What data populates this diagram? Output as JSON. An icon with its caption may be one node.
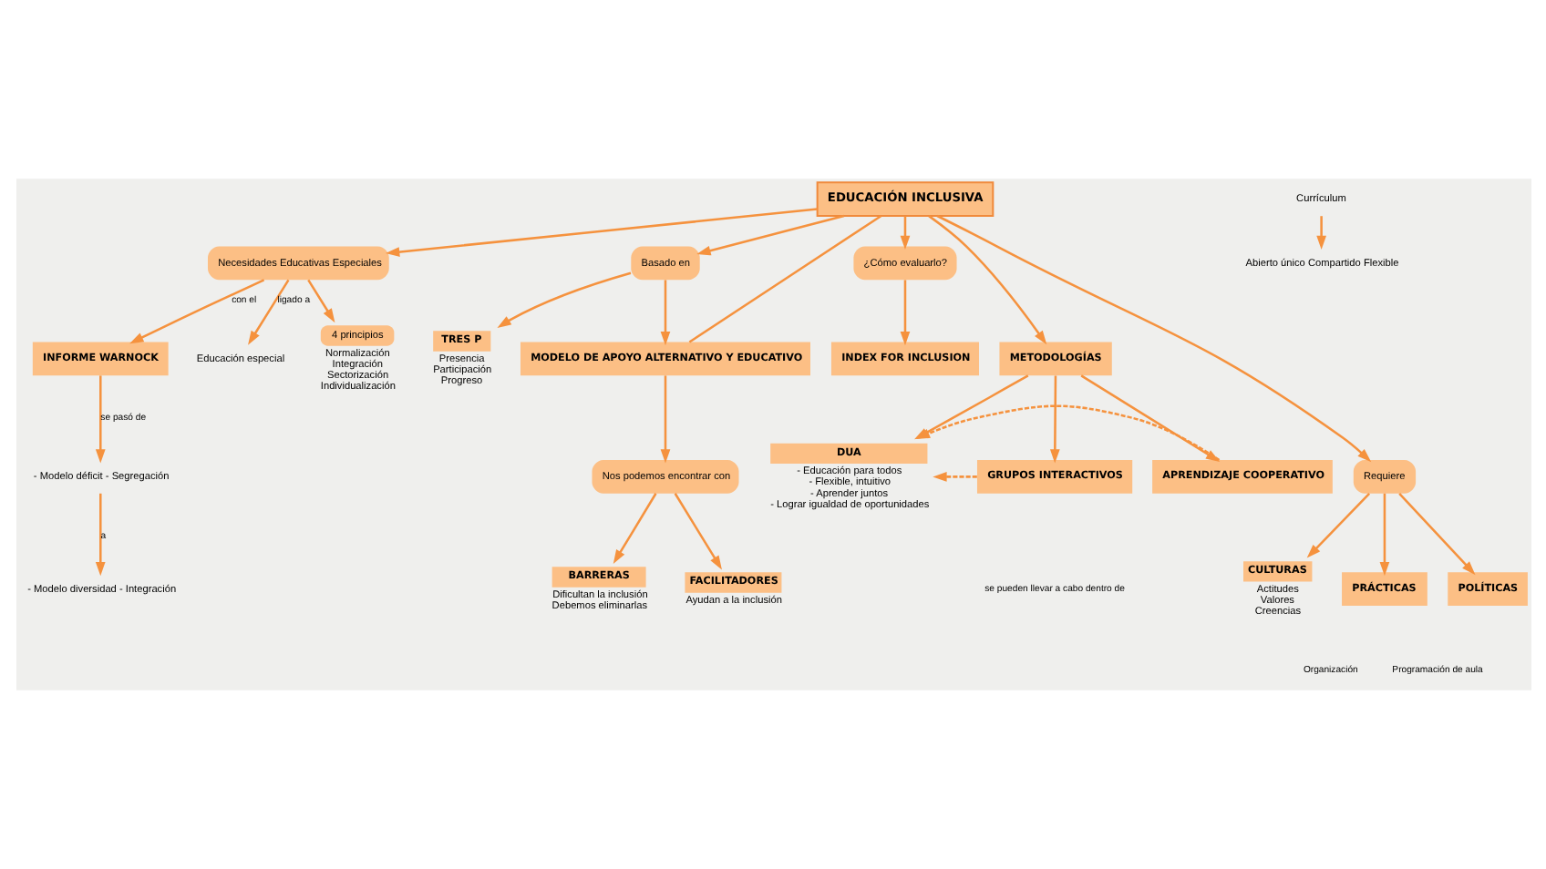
{
  "diagram": {
    "nodes": [
      {
        "text": [
          "EDUCACIÓN INCLUSIVA"
        ]
      },
      {
        "text": [
          "Necesidades Educativas Especiales"
        ]
      },
      {
        "text": [
          "INFORME WARNOCK"
        ]
      },
      {
        "text": [
          "Educación especial"
        ]
      },
      {
        "text": [
          "4 principios"
        ],
        "beside": [
          "Normalización",
          "Integración",
          "Sectorización",
          "Individualización"
        ]
      },
      {
        "text": [
          "- Modelo déficit - Segregación"
        ]
      },
      {
        "text": [
          "- Modelo diversidad - Integración"
        ]
      },
      {
        "text": [
          "Basado en"
        ]
      },
      {
        "text": [
          "TRES P"
        ],
        "beside": [
          "Presencia",
          "Participación",
          "Progreso"
        ]
      },
      {
        "text": [
          "MODELO DE APOYO ALTERNATIVO Y EDUCATIVO"
        ]
      },
      {
        "text": [
          "Nos podemos encontrar con"
        ]
      },
      {
        "text": [
          "BARRERAS"
        ],
        "beside": [
          "Dificultan la inclusión",
          "Debemos eliminarlas"
        ]
      },
      {
        "text": [
          "FACILITADORES"
        ],
        "beside": [
          "Ayudan a la inclusión"
        ]
      },
      {
        "text": [
          "¿Cómo evaluarlo?"
        ]
      },
      {
        "text": [
          "INDEX FOR INCLUSION"
        ]
      },
      {
        "text": [
          "METODOLOGÍAS"
        ]
      },
      {
        "text": [
          "DUA"
        ],
        "beside": [
          "- Educación para todos",
          "- Flexible, intuitivo",
          "- Aprender juntos",
          "- Lograr igualdad de oportunidades"
        ]
      },
      {
        "text": [
          "GRUPOS INTERACTIVOS"
        ]
      },
      {
        "text": [
          "APRENDIZAJE COOPERATIVO"
        ]
      },
      {
        "text": [
          "Requiere"
        ]
      },
      {
        "text": [
          "CULTURAS"
        ],
        "beside": [
          "Actitudes",
          "Valores",
          "Creencias"
        ]
      },
      {
        "text": [
          "PRÁCTICAS"
        ]
      },
      {
        "text": [
          "POLÍTICAS"
        ]
      },
      {
        "text": [
          "Currículum"
        ]
      },
      {
        "text": [
          "Abierto único Compartido Flexible"
        ]
      }
    ],
    "edges": [
      {
        "from": 0,
        "to": 1,
        "arrow": "to"
      },
      {
        "from": 1,
        "to": 2,
        "arrow": "to",
        "label": "con el"
      },
      {
        "from": 1,
        "to": 3,
        "arrow": "to",
        "label": "ligado a"
      },
      {
        "from": 1,
        "to": 4,
        "arrow": "to"
      },
      {
        "from": 2,
        "to": 5,
        "arrow": "to",
        "label": "se pasó de"
      },
      {
        "from": 5,
        "to": 6,
        "arrow": "to",
        "label": "a"
      },
      {
        "from": 0,
        "to": 7,
        "arrow": "to"
      },
      {
        "from": 7,
        "to": 8,
        "arrow": "to"
      },
      {
        "from": 7,
        "to": 9,
        "arrow": "to"
      },
      {
        "from": 0,
        "to": 9,
        "arrow": "none"
      },
      {
        "from": 9,
        "to": 10,
        "arrow": "to"
      },
      {
        "from": 10,
        "to": 11,
        "arrow": "to"
      },
      {
        "from": 10,
        "to": 12,
        "arrow": "to"
      },
      {
        "from": 0,
        "to": 13,
        "arrow": "to"
      },
      {
        "from": 13,
        "to": 14,
        "arrow": "to"
      },
      {
        "from": 0,
        "to": 15,
        "arrow": "to"
      },
      {
        "from": 15,
        "to": 16,
        "arrow": "to"
      },
      {
        "from": 15,
        "to": 17,
        "arrow": "to"
      },
      {
        "from": 15,
        "to": 18,
        "arrow": "to"
      },
      {
        "from": 17,
        "to": 16,
        "arrow": "to",
        "style": "dashed"
      },
      {
        "from": 18,
        "to": 16,
        "arrow": "to",
        "style": "dashed"
      },
      {
        "from": 0,
        "to": 19,
        "arrow": "to"
      },
      {
        "from": 19,
        "to": 20,
        "arrow": "to"
      },
      {
        "from": 19,
        "to": 21,
        "arrow": "to"
      },
      {
        "from": 19,
        "to": 22,
        "arrow": "to"
      },
      {
        "from": 23,
        "to": 24,
        "arrow": "to"
      }
    ],
    "labels": [
      "se pueden llevar a cabo dentro de",
      "Organización",
      "Programación de aula"
    ]
  }
}
